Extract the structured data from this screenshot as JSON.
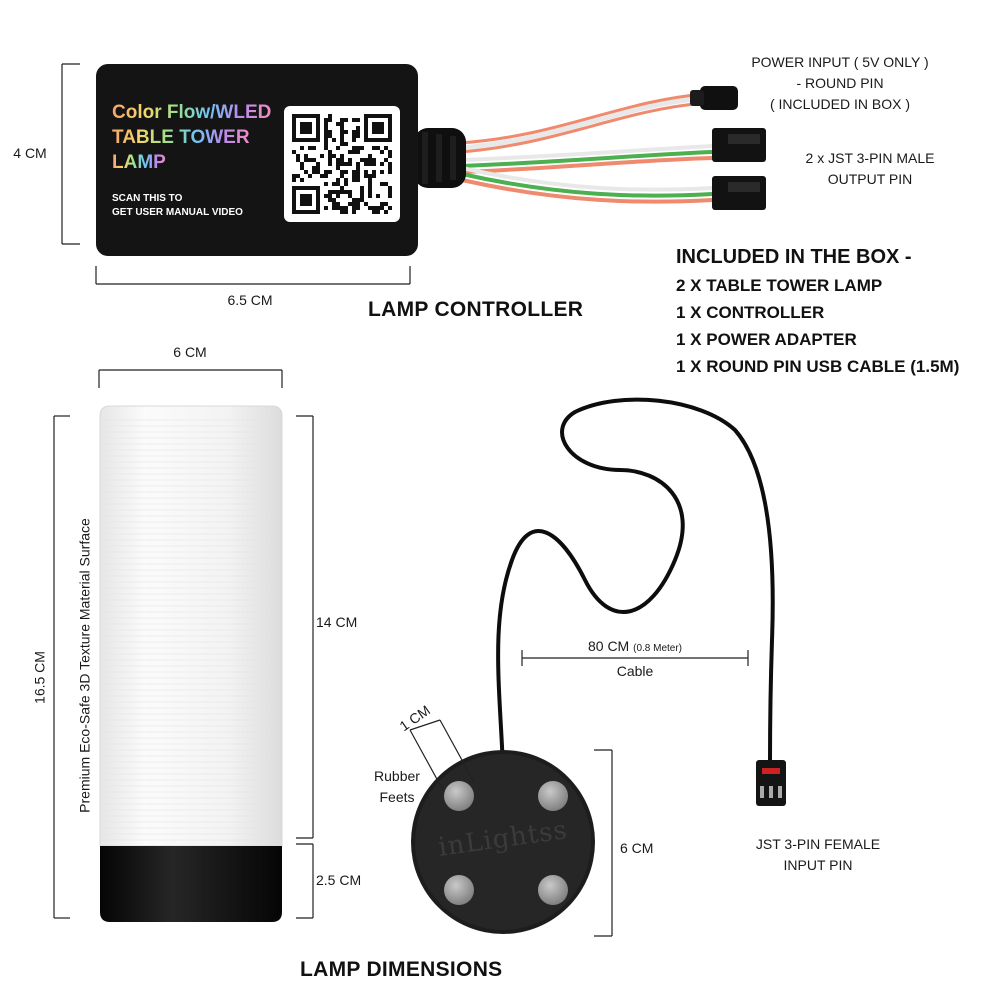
{
  "controller": {
    "line1": "Color Flow/WLED",
    "line2": "TABLE TOWER",
    "line3": "LAMP",
    "scan_line1": "SCAN THIS TO",
    "scan_line2": "GET USER MANUAL VIDEO",
    "height_label": "4 CM",
    "width_label": "6.5 CM",
    "section_title": "LAMP CONTROLLER"
  },
  "power_input": {
    "line1": "POWER INPUT ( 5V ONLY )",
    "line2": "- ROUND PIN",
    "line3": "( INCLUDED IN BOX )"
  },
  "output_pin": {
    "line1": "2  x JST 3-PIN MALE",
    "line2": "OUTPUT PIN"
  },
  "box_contents": {
    "heading": "INCLUDED IN THE BOX -",
    "items": [
      "2 X TABLE TOWER LAMP",
      "1 X CONTROLLER",
      "1 X POWER ADAPTER",
      "1 X ROUND PIN USB CABLE (1.5M)"
    ]
  },
  "lamp": {
    "diameter_label": "6 CM",
    "total_height_label": "16.5 CM",
    "shade_height_label": "14 CM",
    "base_height_label": "2.5 CM",
    "surface_note": "Premium Eco-Safe 3D Texture Material Surface",
    "section_title": "LAMP DIMENSIONS"
  },
  "base": {
    "logo": "inLightss",
    "feet_label_line1": "Rubber",
    "feet_label_line2": "Feets",
    "feet_size_label": "1 CM",
    "diameter_label": "6 CM"
  },
  "cable": {
    "length_label": "80 CM",
    "length_note": "(0.8 Meter)",
    "name": "Cable"
  },
  "input_pin": {
    "line1": "JST 3-PIN FEMALE",
    "line2": "INPUT PIN"
  },
  "colors": {
    "controller_body": "#141414",
    "cable": "#0d0d0d",
    "lamp_shade": "#f4f4f4",
    "lamp_base": "#111111",
    "wire_red": "#f08a6e",
    "wire_green": "#4caf50",
    "wire_white": "#e8e8e8"
  }
}
